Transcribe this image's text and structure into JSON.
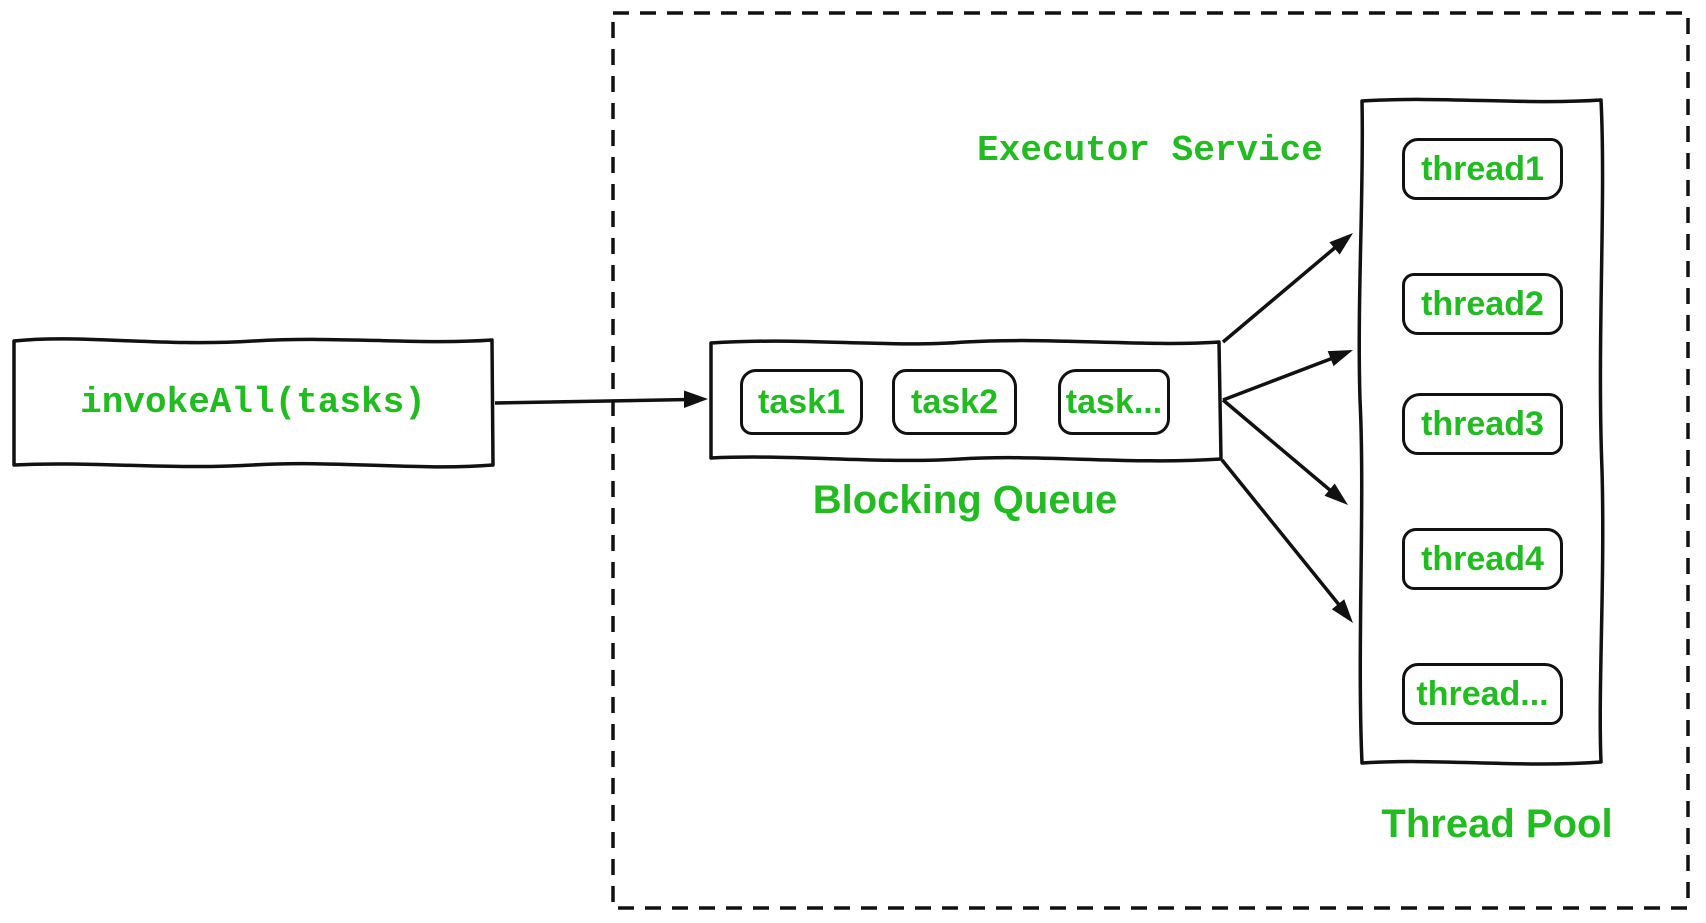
{
  "diagram": {
    "background": "#ffffff",
    "colors": {
      "text_green": "#22bb22",
      "line_black": "#111111"
    },
    "invoke_box": {
      "label": "invokeAll(tasks)"
    },
    "executor_service": {
      "title": "Executor Service",
      "blocking_queue": {
        "label": "Blocking Queue",
        "tasks": [
          "task1",
          "task2",
          "task..."
        ]
      },
      "thread_pool": {
        "label": "Thread Pool",
        "threads": [
          "thread1",
          "thread2",
          "thread3",
          "thread4",
          "thread..."
        ]
      }
    }
  }
}
